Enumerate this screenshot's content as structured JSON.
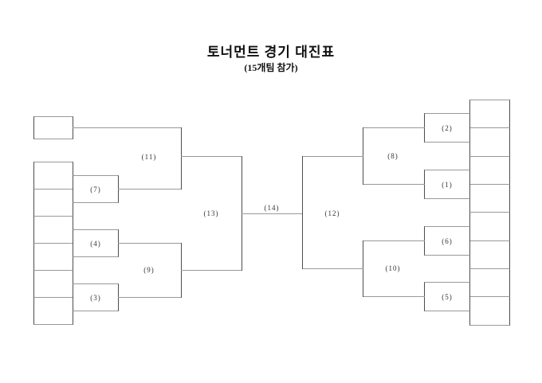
{
  "title": "토너먼트 경기 대진표",
  "subtitle": "(15개팀 참가)",
  "labels": {
    "m1": "(1)",
    "m2": "(2)",
    "m3": "(3)",
    "m4": "(4)",
    "m5": "(5)",
    "m6": "(6)",
    "m7": "(7)",
    "m8": "(8)",
    "m9": "(9)",
    "m10": "(10)",
    "m11": "(11)",
    "m12": "(12)",
    "m13": "(13)",
    "m14": "(14)"
  },
  "teams": {
    "left_slots": 7,
    "right_slots": 8,
    "total": 15
  },
  "rounds": {
    "left_round1": [
      "(7)",
      "(4)",
      "(3)"
    ],
    "left_round2": [
      "(11)",
      "(9)"
    ],
    "left_round3": [
      "(13)"
    ],
    "right_round1": [
      "(2)",
      "(1)",
      "(6)",
      "(5)"
    ],
    "right_round2": [
      "(8)",
      "(10)"
    ],
    "right_round3": [
      "(12)"
    ],
    "final": "(14)"
  },
  "colors": {
    "background": "#ffffff",
    "line_dark": "#4d4d4d",
    "line_light": "#999999",
    "text": "#111111"
  }
}
